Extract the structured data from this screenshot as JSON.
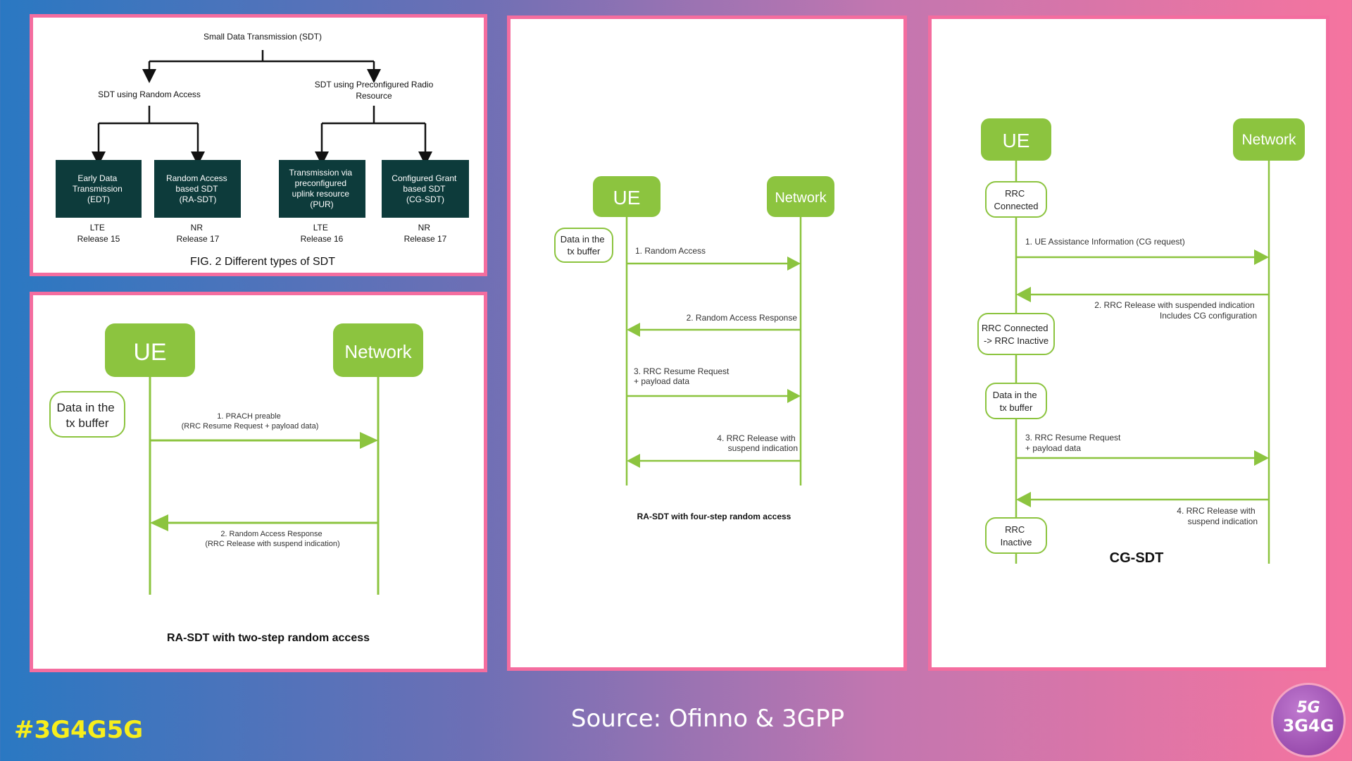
{
  "fig2": {
    "root": "Small Data Transmission (SDT)",
    "left_branch": "SDT using Random Access",
    "right_branch_line1": "SDT using Preconfigured Radio",
    "right_branch_line2": "Resource",
    "boxes": [
      {
        "lines": [
          "Early Data",
          "Transmission",
          "(EDT)"
        ],
        "tech": "LTE",
        "release": "Release 15"
      },
      {
        "lines": [
          "Random Access",
          "based SDT",
          "(RA-SDT)"
        ],
        "tech": "NR",
        "release": "Release 17"
      },
      {
        "lines": [
          "Transmission via",
          "preconfigured",
          "uplink resource",
          "(PUR)"
        ],
        "tech": "LTE",
        "release": "Release 16"
      },
      {
        "lines": [
          "Configured Grant",
          "based SDT",
          "(CG-SDT)"
        ],
        "tech": "NR",
        "release": "Release 17"
      }
    ],
    "caption": "FIG. 2 Different types of SDT"
  },
  "two_step": {
    "ue": "UE",
    "network": "Network",
    "note_line1": "Data in the",
    "note_line2": "tx buffer",
    "msg1_line1": "1. PRACH preable",
    "msg1_line2": "(RRC Resume Request + payload data)",
    "msg2_line1": "2. Random Access Response",
    "msg2_line2": "(RRC Release with suspend indication)",
    "caption": "RA-SDT with two-step random access"
  },
  "four_step": {
    "ue": "UE",
    "network": "Network",
    "note_line1": "Data in the",
    "note_line2": "tx buffer",
    "msg1": "1. Random Access",
    "msg2": "2. Random Access Response",
    "msg3_line1": "3. RRC Resume Request",
    "msg3_line2": "+ payload data",
    "msg4_line1": "4. RRC Release with",
    "msg4_line2": "suspend indication",
    "caption": "RA-SDT with four-step random access"
  },
  "cg": {
    "ue": "UE",
    "network": "Network",
    "state1_line1": "RRC",
    "state1_line2": "Connected",
    "msg1": "1. UE Assistance Information (CG request)",
    "msg2_line1": "2. RRC Release with suspended  indication",
    "msg2_line2": "Includes CG configuration",
    "state2_line1": "RRC Connected",
    "state2_line2": "-> RRC Inactive",
    "note_line1": "Data in the",
    "note_line2": "tx buffer",
    "msg3_line1": "3. RRC Resume Request",
    "msg3_line2": "+ payload data",
    "msg4_line1": "4. RRC Release with",
    "msg4_line2": "suspend indication",
    "state3_line1": "RRC",
    "state3_line2": "Inactive",
    "caption": "CG-SDT"
  },
  "footer": {
    "hashtag": "#3G4G5G",
    "source": "Source: Ofinno  & 3GPP",
    "logo_top": "5G",
    "logo_bottom": "3G4G"
  },
  "colors": {
    "green": "#8cc43f",
    "box_dark": "#0d3b3b",
    "panel_border": "#f46d9f",
    "hashtag": "#f7ee1c"
  }
}
